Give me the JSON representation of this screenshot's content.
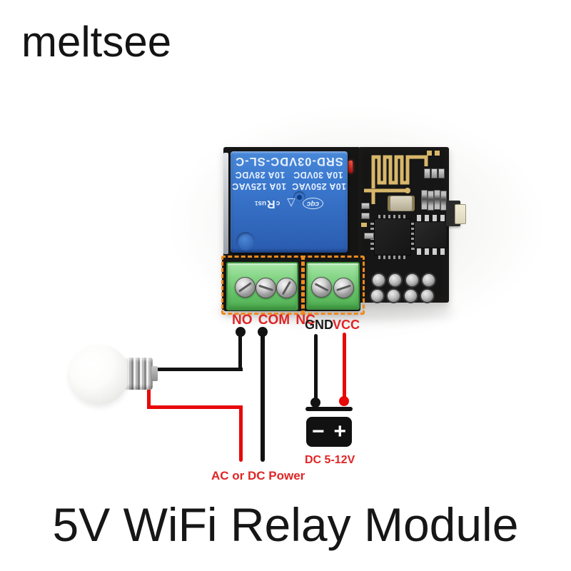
{
  "brand": {
    "text": "meltsee"
  },
  "title": {
    "text": "5V WiFi Relay Module"
  },
  "relay": {
    "model": "SRD-03VDC-SL-C",
    "ratings_ac": "10A 250VAC  10A 125VAC",
    "ratings_dc": "10A 30VDC   10A 28VDC",
    "logo_cqc": "cqc",
    "logo_vde": "△",
    "logo_ul_c": "c",
    "logo_ul_r": "R",
    "logo_ul_us": "us",
    "logo_ul_1": "1"
  },
  "terminals": {
    "relay_side": "NO COM NC",
    "gnd": "GND",
    "vcc": "VCC"
  },
  "wiring": {
    "power_label": "AC or DC Power"
  },
  "battery": {
    "voltage": "DC 5-12V",
    "minus": "−",
    "plus": "+"
  },
  "colors": {
    "label-red": "#e02424",
    "wire-red": "#e80808",
    "wire-black": "#121212",
    "highlight-orange": "#f08a1c",
    "relay-blue": "#3b79cf",
    "relay-blue-dark": "#2a5cb0",
    "pcb-black": "#161616",
    "antenna-gold": "#d8b76a",
    "terminal-green": "#6cc76e",
    "terminal-green-light": "#a7e7a7",
    "text-black": "#111111"
  }
}
